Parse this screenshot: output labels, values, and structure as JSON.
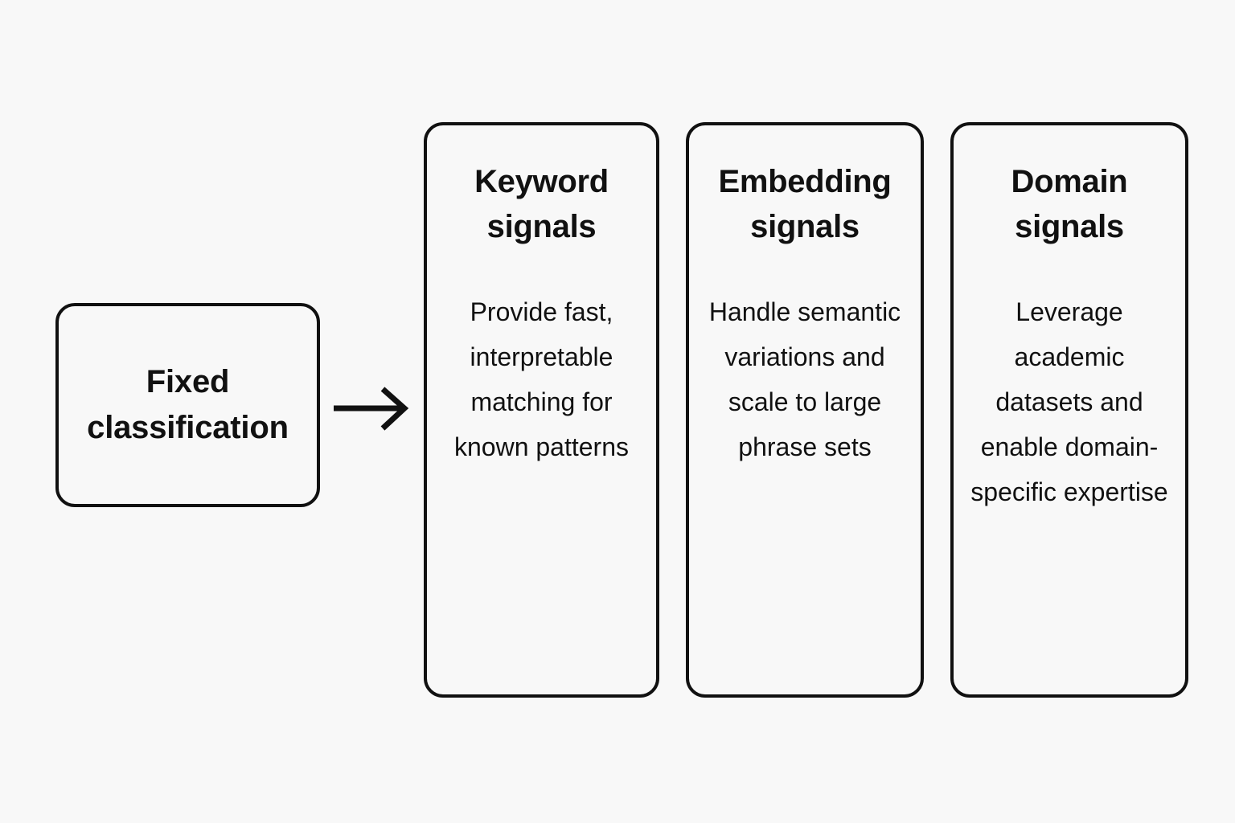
{
  "canvas": {
    "background_color": "#f8f8f8",
    "stroke_color": "#111111",
    "text_color": "#111111"
  },
  "source": {
    "label": "Fixed\nclassification"
  },
  "connector": {
    "icon": "arrow-right-icon",
    "direction": "right"
  },
  "cards": [
    {
      "id": "keyword-signals",
      "title": "Keyword\nsignals",
      "body": "Provide fast, interpretable matching for known patterns"
    },
    {
      "id": "embedding-signals",
      "title": "Embedding\nsignals",
      "body": "Handle semantic variations and scale to large phrase sets"
    },
    {
      "id": "domain-signals",
      "title": "Domain\nsignals",
      "body": "Leverage academic datasets and enable domain-specific expertise"
    }
  ]
}
